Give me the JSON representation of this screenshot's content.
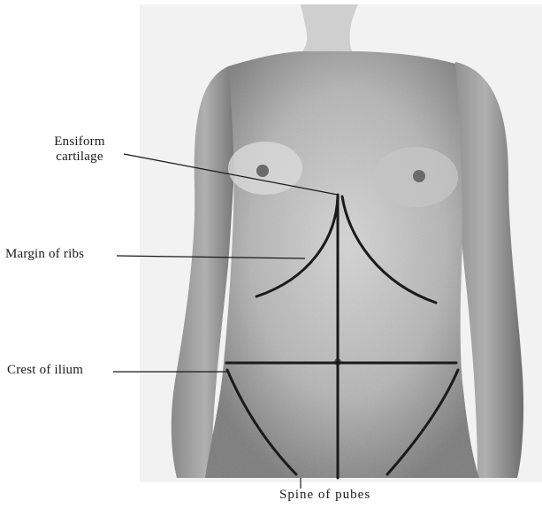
{
  "figure": {
    "subject": "anterior-torso-anatomical-photograph",
    "labels": {
      "ensiform_line1": "Ensiform",
      "ensiform_line2": "cartilage",
      "margin_of_ribs": "Margin of ribs",
      "crest_of_ilium": "Crest of ilium",
      "spine_of_pubes": "Spine of pubes"
    },
    "colors": {
      "background": "#ffffff",
      "skin_light": "#dcdcdc",
      "skin_mid": "#a8a8a8",
      "skin_dark": "#6e6e6e",
      "ink": "#1a1a1a"
    }
  }
}
